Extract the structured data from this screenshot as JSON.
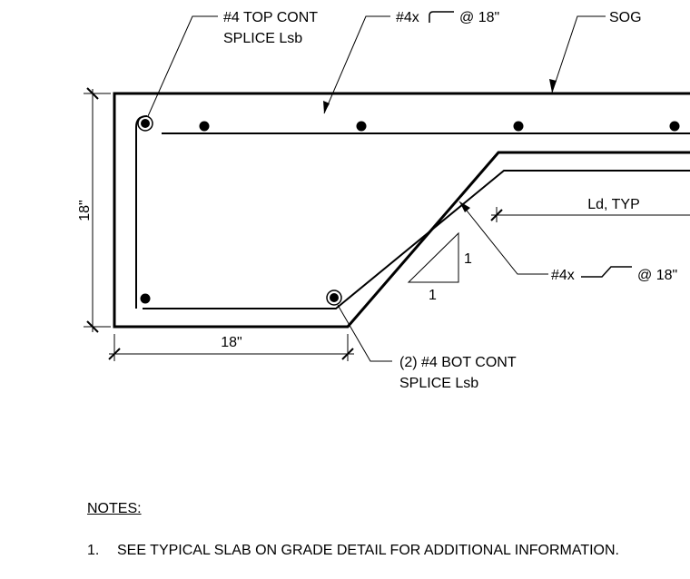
{
  "labels": {
    "top_cont_line1": "#4 TOP CONT",
    "top_cont_line2": "SPLICE Lsb",
    "top_bar": "#4x",
    "top_bar_spacing": "@ 18\"",
    "sog": "SOG",
    "height_dim": "18\"",
    "width_dim": "18\"",
    "ld_typ": "Ld, TYP",
    "slope_rise": "1",
    "slope_run": "1",
    "dowel_bar": "#4x",
    "dowel_bar_spacing": "@ 18\"",
    "bot_cont_line1": "(2) #4 BOT CONT",
    "bot_cont_line2": "SPLICE Lsb"
  },
  "notes": {
    "heading": "NOTES:",
    "items": [
      {
        "number": "1.",
        "text": "SEE TYPICAL SLAB ON GRADE DETAIL FOR ADDITIONAL INFORMATION."
      }
    ]
  },
  "colors": {
    "ink": "#000000",
    "background": "#ffffff"
  }
}
